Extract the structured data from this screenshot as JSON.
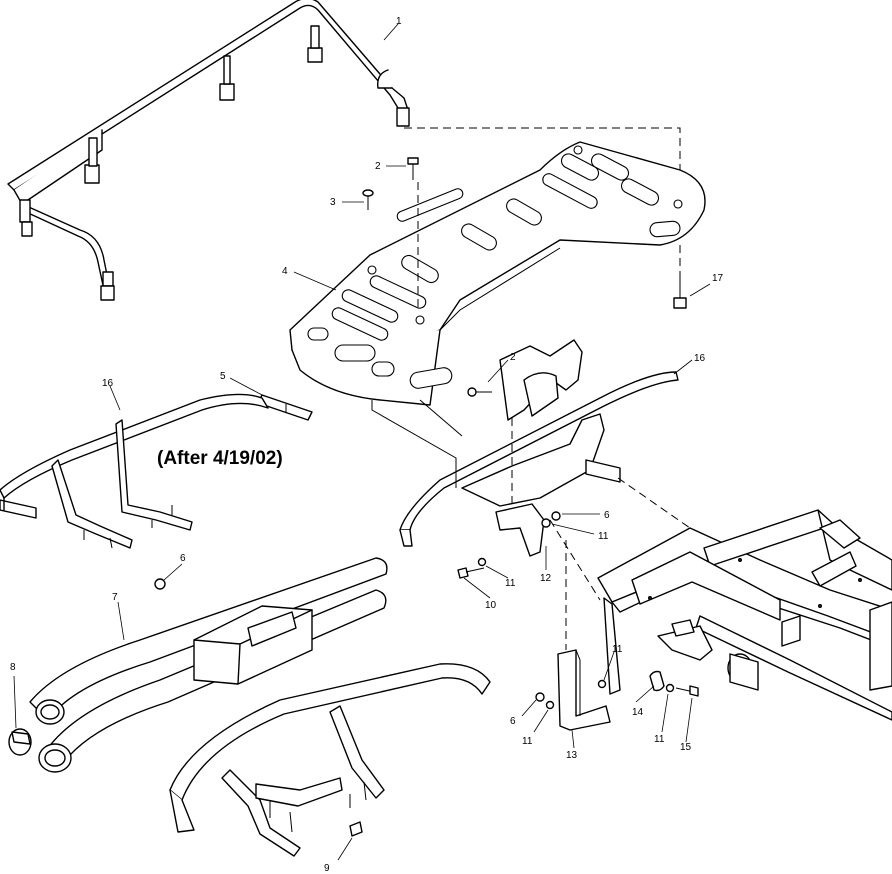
{
  "diagram": {
    "note": "(After 4/19/02)",
    "callouts": [
      {
        "id": "c1",
        "label": "1"
      },
      {
        "id": "c2a",
        "label": "2"
      },
      {
        "id": "c3",
        "label": "3"
      },
      {
        "id": "c4",
        "label": "4"
      },
      {
        "id": "c17",
        "label": "17"
      },
      {
        "id": "c2b",
        "label": "2"
      },
      {
        "id": "c16a",
        "label": "16"
      },
      {
        "id": "c5",
        "label": "5"
      },
      {
        "id": "c16b",
        "label": "16"
      },
      {
        "id": "c6a",
        "label": "6"
      },
      {
        "id": "c11a",
        "label": "11"
      },
      {
        "id": "c12",
        "label": "12"
      },
      {
        "id": "c11b",
        "label": "11"
      },
      {
        "id": "c10",
        "label": "10"
      },
      {
        "id": "c6b",
        "label": "6"
      },
      {
        "id": "c7",
        "label": "7"
      },
      {
        "id": "c8",
        "label": "8"
      },
      {
        "id": "c11c",
        "label": "11"
      },
      {
        "id": "c14",
        "label": "14"
      },
      {
        "id": "c6c",
        "label": "6"
      },
      {
        "id": "c11d",
        "label": "11"
      },
      {
        "id": "c13",
        "label": "13"
      },
      {
        "id": "c11e",
        "label": "11"
      },
      {
        "id": "c15",
        "label": "15"
      },
      {
        "id": "c9",
        "label": "9"
      }
    ]
  }
}
